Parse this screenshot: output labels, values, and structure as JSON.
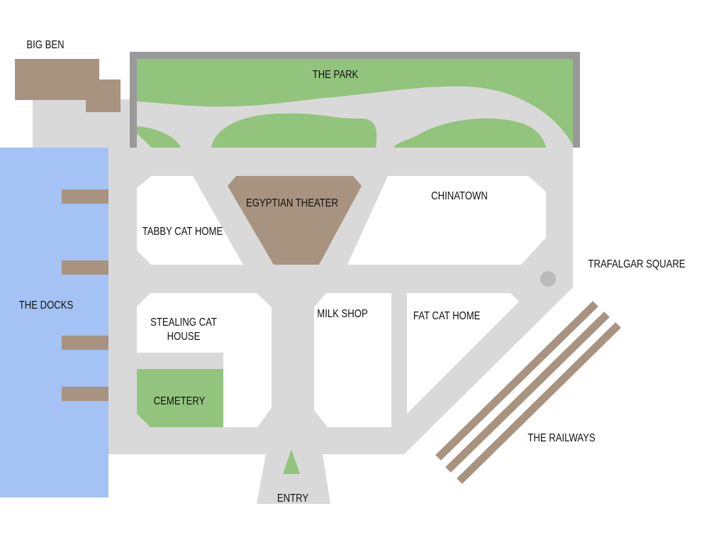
{
  "colors": {
    "road": "#d9d9d9",
    "park": "#93c47d",
    "building": "#a89380",
    "water": "#a4c2f4",
    "border": "#999999",
    "block": "#ffffff",
    "monument": "#bbbbbb"
  },
  "labels": {
    "big_ben": "BIG BEN",
    "park": "THE PARK",
    "egyptian_theater": "EGYPTIAN THEATER",
    "chinatown": "CHINATOWN",
    "tabby_cat_home": "TABBY CAT HOME",
    "trafalgar_square": "TRAFALGAR SQUARE",
    "docks": "THE DOCKS",
    "milk_shop": "MILK SHOP",
    "fat_cat_home": "FAT CAT HOME",
    "stealing_cat_house_1": "STEALING CAT",
    "stealing_cat_house_2": "HOUSE",
    "cemetery": "CEMETERY",
    "railways": "THE RAILWAYS",
    "entry": "ENTRY"
  }
}
